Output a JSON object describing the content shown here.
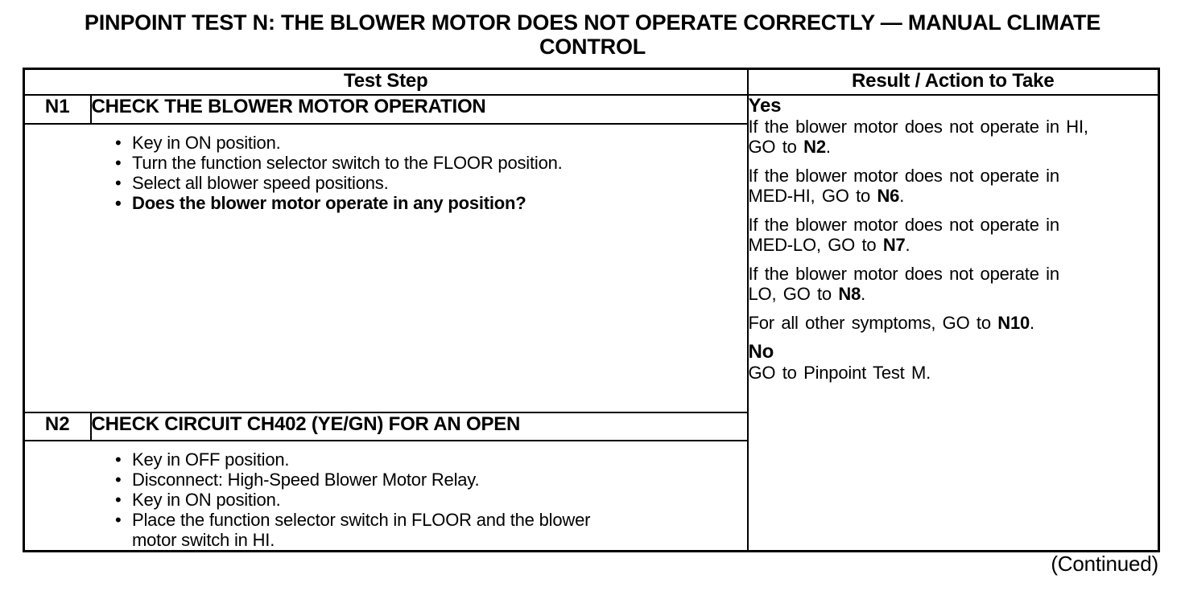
{
  "page": {
    "title": "PINPOINT TEST N: THE BLOWER MOTOR DOES NOT OPERATE CORRECTLY — MANUAL CLIMATE CONTROL",
    "continued_note": "(Continued)"
  },
  "table": {
    "header": {
      "test_step": "Test Step",
      "result": "Result / Action to Take"
    },
    "steps": [
      {
        "id": "N1",
        "title": "CHECK THE BLOWER MOTOR OPERATION",
        "bullets": [
          "Key in ON position.",
          "Turn the function selector switch to the FLOOR position.",
          "Select all blower speed positions.",
          "Does the blower motor operate in any position?"
        ]
      },
      {
        "id": "N2",
        "title": "CHECK CIRCUIT CH402 (YE/GN) FOR AN OPEN",
        "bullets": [
          "Key in OFF position.",
          "Disconnect: High-Speed Blower Motor Relay.",
          "Key in ON position.",
          "Place the function selector switch in FLOOR and the blower\nmotor switch in HI."
        ]
      }
    ],
    "result_n1": {
      "yes_label": "Yes",
      "yes_items": [
        {
          "prefix": "If the blower motor does not operate in HI,\nGO to ",
          "target": "N2",
          "suffix": "."
        },
        {
          "prefix": "If the blower motor does not operate in\nMED-HI, GO to ",
          "target": "N6",
          "suffix": "."
        },
        {
          "prefix": "If the blower motor does not operate in\nMED-LO, GO to ",
          "target": "N7",
          "suffix": "."
        },
        {
          "prefix": "If the blower motor does not operate in\nLO, GO to ",
          "target": "N8",
          "suffix": "."
        },
        {
          "prefix": "For all other symptoms, GO to ",
          "target": "N10",
          "suffix": "."
        }
      ],
      "no_label": "No",
      "no_action": "GO to Pinpoint Test M."
    }
  }
}
